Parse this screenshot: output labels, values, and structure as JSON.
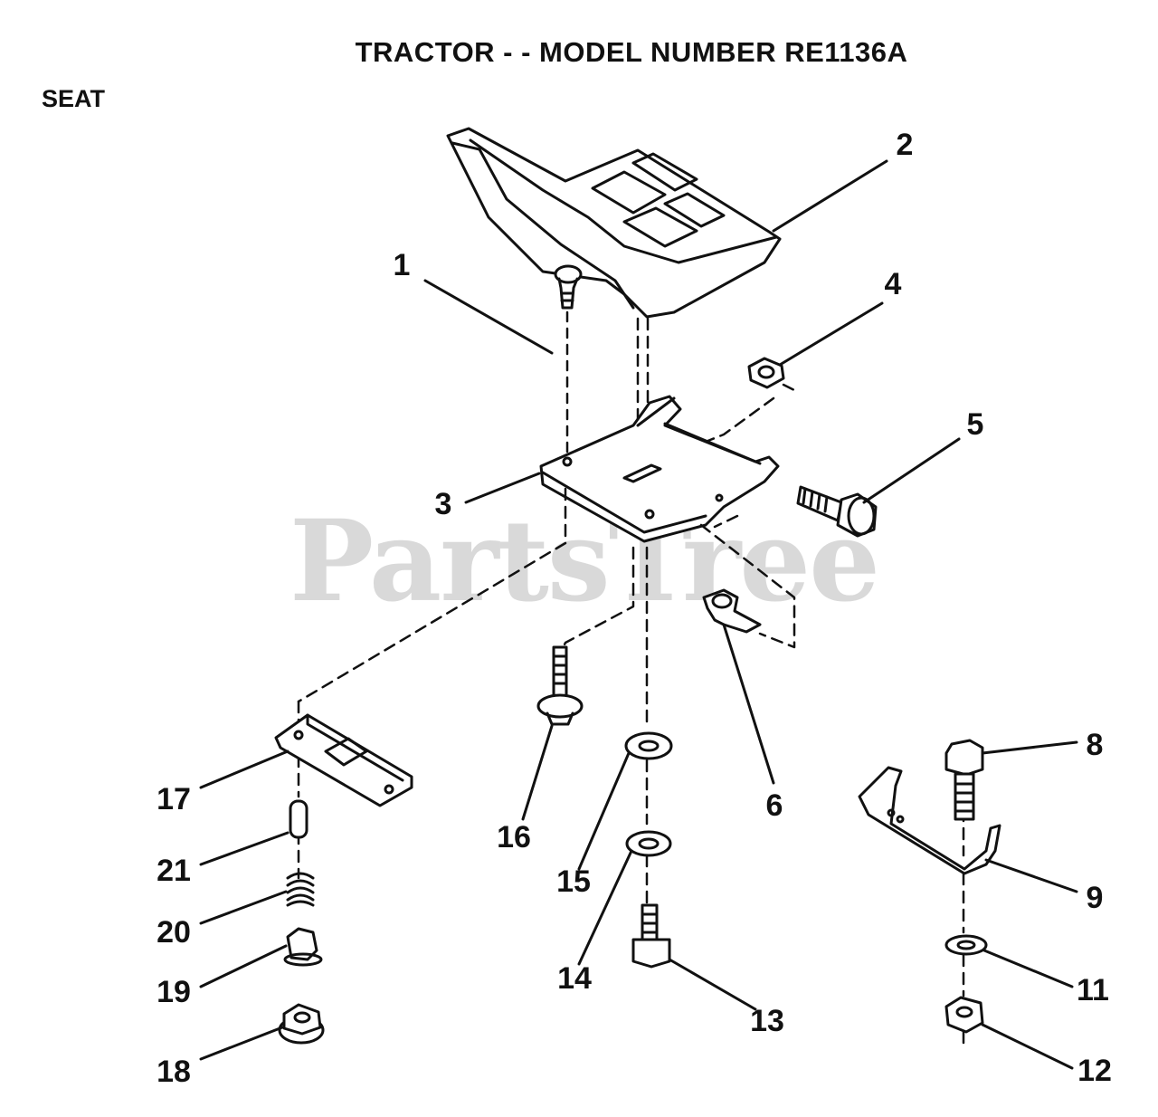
{
  "header": {
    "title": "TRACTOR - - MODEL NUMBER RE1136A",
    "section": "SEAT"
  },
  "watermark": "PartsTree",
  "callouts": [
    "1",
    "2",
    "3",
    "4",
    "5",
    "6",
    "8",
    "9",
    "11",
    "12",
    "13",
    "14",
    "15",
    "16",
    "17",
    "18",
    "19",
    "20",
    "21"
  ]
}
